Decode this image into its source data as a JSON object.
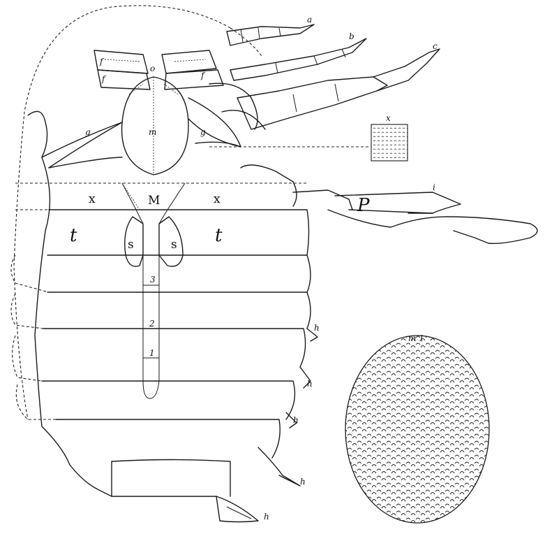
{
  "figure": {
    "labels": {
      "a": "a",
      "b": "b",
      "c": "c",
      "i": "i",
      "x_sample": "x",
      "f_upper": "f",
      "f_lower": "f",
      "f_right": "f",
      "o": "o",
      "g_left": "g",
      "g_right": "g",
      "m": "m",
      "x_left": "x",
      "x_right": "x",
      "M": "M",
      "t_left": "t",
      "t_right": "t",
      "s_left": "s",
      "s_right": "s",
      "seg3": "3",
      "seg2": "2",
      "seg1": "1",
      "P": "P",
      "h1": "h",
      "h2": "h",
      "h3": "h",
      "h4": "h",
      "h5": "h",
      "m1": "m 1"
    }
  }
}
